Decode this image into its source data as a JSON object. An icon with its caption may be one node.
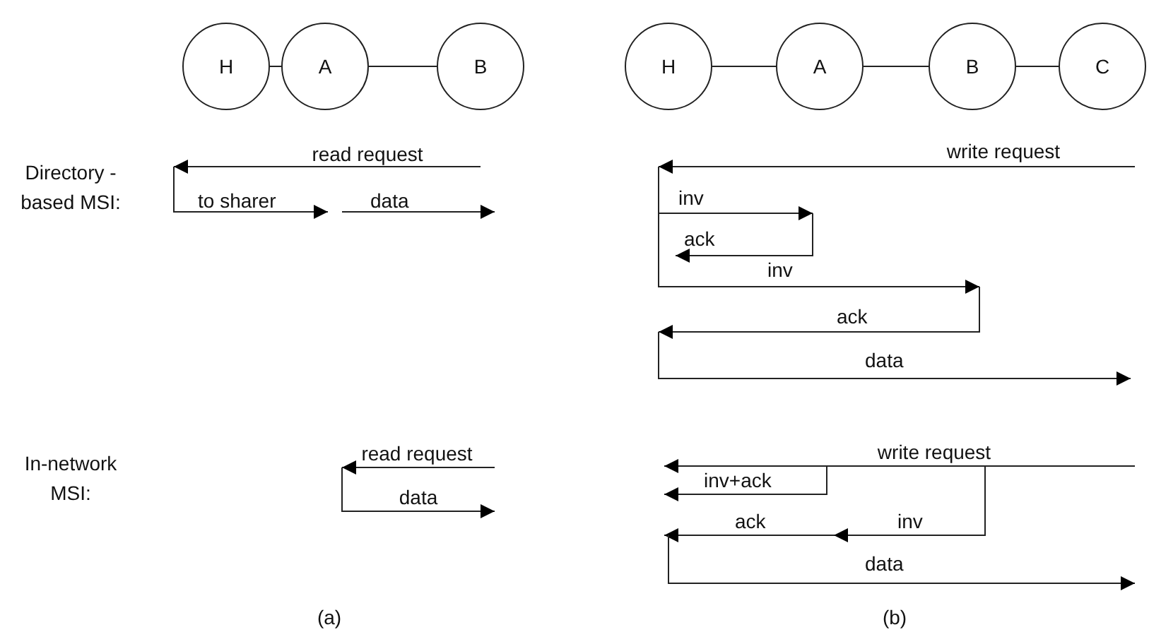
{
  "diagram": {
    "nodes": [
      {
        "text": [
          "H"
        ]
      },
      {
        "text": [
          "A"
        ]
      },
      {
        "text": [
          "B"
        ]
      },
      {
        "text": [
          "H"
        ]
      },
      {
        "text": [
          "A"
        ]
      },
      {
        "text": [
          "B"
        ]
      },
      {
        "text": [
          "C"
        ]
      }
    ],
    "edges": [
      {
        "from": 0,
        "to": 1,
        "arrow": "none"
      },
      {
        "from": 1,
        "to": 2,
        "arrow": "none"
      },
      {
        "from": 3,
        "to": 4,
        "arrow": "none"
      },
      {
        "from": 4,
        "to": 5,
        "arrow": "none"
      },
      {
        "from": 5,
        "to": 6,
        "arrow": "none"
      }
    ],
    "labels": [
      "Directory -based MSI:",
      "read request",
      "to sharer",
      "data",
      "write request",
      "inv",
      "ack",
      "inv",
      "ack",
      "data",
      "In-network MSI:",
      "read request",
      "data",
      "write request",
      "inv+ack",
      "ack",
      "inv",
      "data",
      "(a)",
      "(b)"
    ]
  }
}
